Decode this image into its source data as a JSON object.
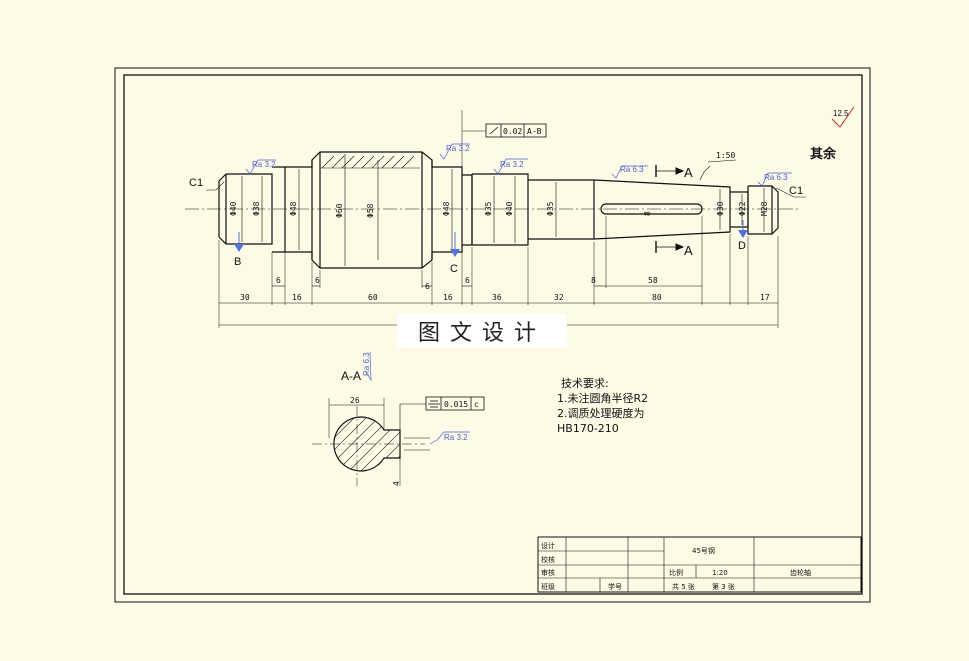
{
  "roughness": {
    "general": "12.5",
    "rest": "其余"
  },
  "labels": {
    "c1": "C1",
    "b": "B",
    "c": "C",
    "d": "D",
    "a": "A",
    "section": "A-A",
    "taper": "1:50"
  },
  "surface_finish": [
    "Ra 3.2",
    "Ra 3.2",
    "Ra 3.2",
    "Ra 6.3",
    "Ra 6.3",
    "Ra 6.3",
    "Ra 3.2"
  ],
  "tolerance": {
    "runout_value": "0.02",
    "runout_datum": "A-B",
    "sym_value": "0.015",
    "sym_datum": "c"
  },
  "diameters": [
    "Φ40",
    "Φ38",
    "Φ48",
    "Φ60",
    "Φ58",
    "Φ48",
    "Φ35",
    "Φ40",
    "Φ35",
    "Φ30",
    "Φ22",
    "M28"
  ],
  "lengths": {
    "l30": "30",
    "l16a": "16",
    "l60": "60",
    "l16b": "16",
    "l36": "36",
    "l32": "32",
    "l80": "80",
    "l17": "17",
    "l6a": "6",
    "l6b": "6",
    "l6c": "6",
    "l6d": "6",
    "l8": "8",
    "l58": "58",
    "key_w": "8",
    "sec_26": "26",
    "sec_4": "4"
  },
  "watermark": "图文设计",
  "notes": {
    "title": "技术要求:",
    "items": [
      "1.未注圆角半径R2",
      "2.调质处理硬度为",
      "HB170-210"
    ]
  },
  "title_block": {
    "design": "设计",
    "check": "校核",
    "review": "审核",
    "class": "班级",
    "student_no": "学号",
    "material": "45号钢",
    "scale_label": "比例",
    "scale": "1:20",
    "part_name": "齿轮轴",
    "sheets": "共 5 张",
    "sheet_no": "第 3 张"
  }
}
